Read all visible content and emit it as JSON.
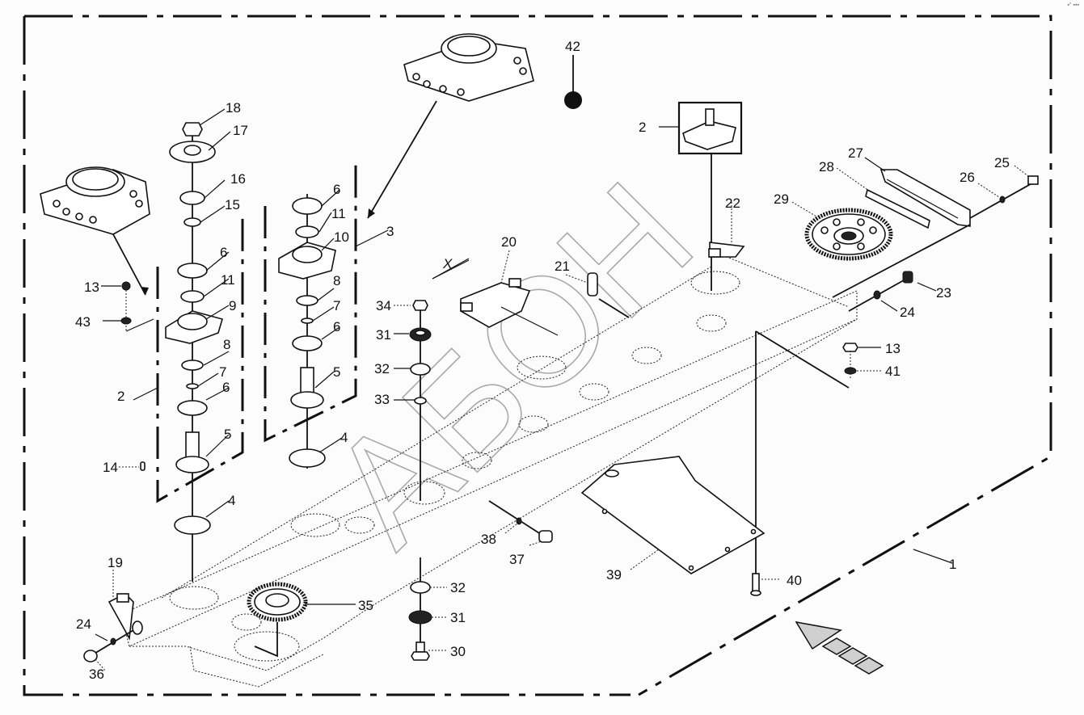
{
  "diagram": {
    "type": "exploded-parts-diagram",
    "corner_mark": "▪° ▪▪▪",
    "watermark": "АБОН",
    "callouts": [
      {
        "id": "c1",
        "label": "1"
      },
      {
        "id": "c2a",
        "label": "2"
      },
      {
        "id": "c2b",
        "label": "2"
      },
      {
        "id": "c3",
        "label": "3"
      },
      {
        "id": "c4a",
        "label": "4"
      },
      {
        "id": "c4b",
        "label": "4"
      },
      {
        "id": "c5a",
        "label": "5"
      },
      {
        "id": "c5b",
        "label": "5"
      },
      {
        "id": "c6a",
        "label": "6"
      },
      {
        "id": "c6b",
        "label": "6"
      },
      {
        "id": "c6c",
        "label": "6"
      },
      {
        "id": "c6d",
        "label": "6"
      },
      {
        "id": "c7a",
        "label": "7"
      },
      {
        "id": "c7b",
        "label": "7"
      },
      {
        "id": "c8a",
        "label": "8"
      },
      {
        "id": "c8b",
        "label": "8"
      },
      {
        "id": "c9",
        "label": "9"
      },
      {
        "id": "c10",
        "label": "10"
      },
      {
        "id": "c11a",
        "label": "11"
      },
      {
        "id": "c11b",
        "label": "11"
      },
      {
        "id": "c13a",
        "label": "13"
      },
      {
        "id": "c13b",
        "label": "13"
      },
      {
        "id": "c14",
        "label": "14"
      },
      {
        "id": "c15",
        "label": "15"
      },
      {
        "id": "c16",
        "label": "16"
      },
      {
        "id": "c17",
        "label": "17"
      },
      {
        "id": "c18",
        "label": "18"
      },
      {
        "id": "c19",
        "label": "19"
      },
      {
        "id": "c20",
        "label": "20"
      },
      {
        "id": "c21",
        "label": "21"
      },
      {
        "id": "c22",
        "label": "22"
      },
      {
        "id": "c23",
        "label": "23"
      },
      {
        "id": "c24a",
        "label": "24"
      },
      {
        "id": "c24b",
        "label": "24"
      },
      {
        "id": "c25",
        "label": "25"
      },
      {
        "id": "c26",
        "label": "26"
      },
      {
        "id": "c27",
        "label": "27"
      },
      {
        "id": "c28",
        "label": "28"
      },
      {
        "id": "c29",
        "label": "29"
      },
      {
        "id": "c30",
        "label": "30"
      },
      {
        "id": "c31a",
        "label": "31"
      },
      {
        "id": "c31b",
        "label": "31"
      },
      {
        "id": "c32a",
        "label": "32"
      },
      {
        "id": "c32b",
        "label": "32"
      },
      {
        "id": "c33",
        "label": "33"
      },
      {
        "id": "c34",
        "label": "34"
      },
      {
        "id": "c35",
        "label": "35"
      },
      {
        "id": "c36",
        "label": "36"
      },
      {
        "id": "c37",
        "label": "37"
      },
      {
        "id": "c38",
        "label": "38"
      },
      {
        "id": "c39",
        "label": "39"
      },
      {
        "id": "c40",
        "label": "40"
      },
      {
        "id": "c41",
        "label": "41"
      },
      {
        "id": "c42",
        "label": "42"
      },
      {
        "id": "c43",
        "label": "43"
      }
    ],
    "dimension_label": "X"
  }
}
